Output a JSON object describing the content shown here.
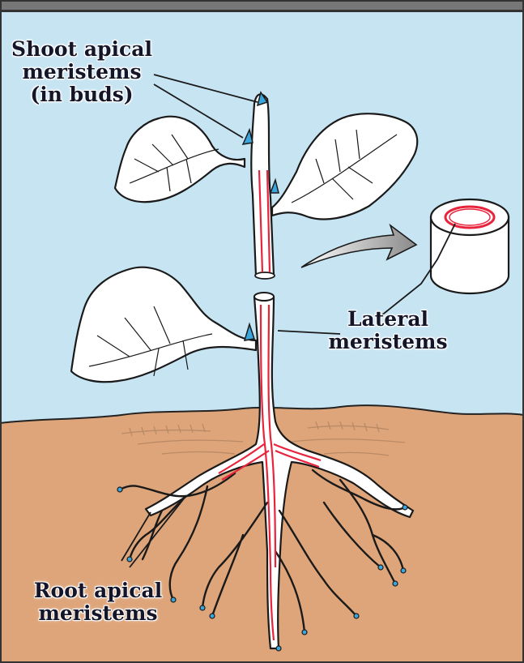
{
  "labels": {
    "shoot": {
      "line1": "Shoot apical",
      "line2": "meristems",
      "line3": "(in buds)"
    },
    "lateral": {
      "line1": "Lateral",
      "line2": "meristems"
    },
    "root": {
      "line1": "Root apical",
      "line2": "meristems"
    }
  },
  "colors": {
    "sky": "#c7e4f3",
    "soil": "#dea57a",
    "soil_shadow": "#b98a66",
    "plant_fill": "#ffffff",
    "outline": "#1a1a1a",
    "vascular": "#e8243c",
    "bud_meristem": "#3aa6dc",
    "frame": "#333333"
  }
}
